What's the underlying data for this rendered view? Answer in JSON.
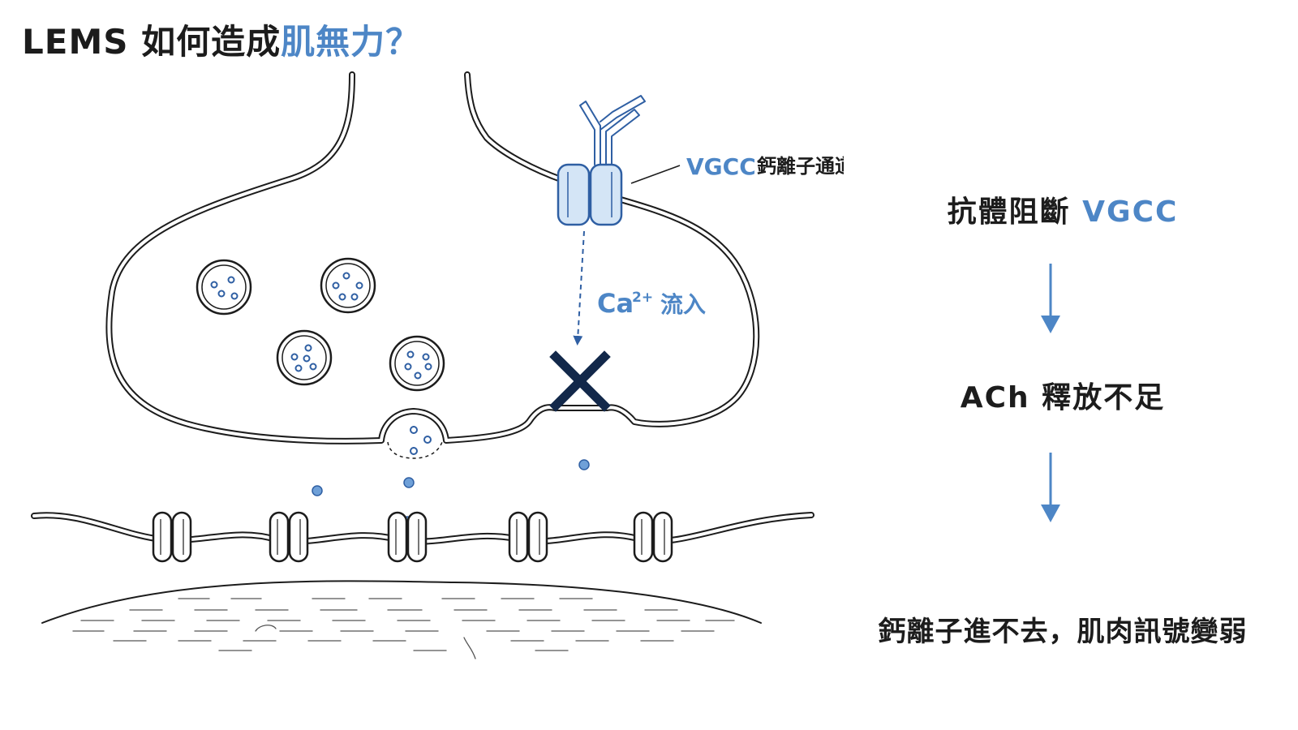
{
  "title": {
    "main": "LEMS 如何造成",
    "accent": "肌無力？"
  },
  "diagram": {
    "vgcc_label": {
      "code": "VGCC",
      "text": "鈣離子通道"
    },
    "ca_influx": {
      "ion": "Ca",
      "charge": "2+",
      "text": "流入"
    }
  },
  "flow": {
    "step1": {
      "text": "抗體阻斷",
      "accent": "VGCC"
    },
    "step2": "ACh 釋放不足",
    "step3": "鈣離子進不去，肌肉訊號變弱"
  },
  "colors": {
    "accent": "#4d86c6",
    "dark": "#1c1c1c",
    "block_mark": "#12284a",
    "channel_fill": "#d4e5f6",
    "vesicle_dot": "#6fa0d8"
  },
  "icons": [
    "antibody-icon",
    "vgcc-channel-icon",
    "block-x-icon",
    "down-arrow-icon"
  ]
}
